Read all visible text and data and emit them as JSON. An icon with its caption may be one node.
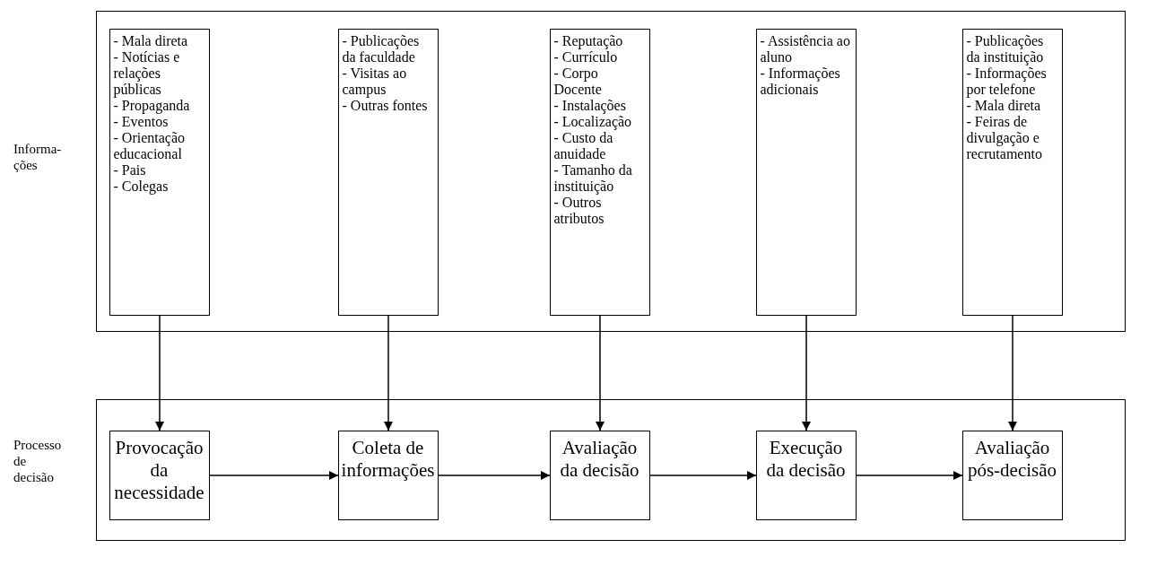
{
  "diagram": {
    "nodes": [
      {
        "text": [],
        "shape": "box",
        "beside": [
          "Informa- ções"
        ]
      },
      {
        "text": [
          "- Mala direta",
          "- Notícias e relações públicas",
          "- Propaganda",
          "- Eventos",
          "- Orientação educacional",
          "- Pais",
          "- Colegas"
        ],
        "in": 0
      },
      {
        "text": [
          "- Publicações da faculdade",
          "- Visitas ao campus",
          "- Outras fontes"
        ],
        "in": 0
      },
      {
        "text": [
          "- Reputação",
          "- Currículo",
          "- Corpo Docente",
          "- Instalações",
          "- Localização",
          "- Custo da anuidade",
          "- Tamanho da instituição",
          "- Outros atributos"
        ],
        "in": 0
      },
      {
        "text": [
          "- Assistência ao aluno",
          "- Informações adicionais"
        ],
        "in": 0
      },
      {
        "text": [
          "- Publicações da instituição",
          "- Informações por telefone",
          "- Mala direta",
          "- Feiras de divulgação e recrutamento"
        ],
        "in": 0
      },
      {
        "text": [],
        "shape": "box",
        "beside": [
          "Processo de decisão"
        ]
      },
      {
        "text": [
          "Provocação da necessidade"
        ],
        "in": 6
      },
      {
        "text": [
          "Coleta de informações"
        ],
        "in": 6
      },
      {
        "text": [
          "Avaliação da decisão"
        ],
        "in": 6
      },
      {
        "text": [
          "Execução da decisão"
        ],
        "in": 6
      },
      {
        "text": [
          "Avaliação pós-decisão"
        ],
        "in": 6
      }
    ],
    "edges": [
      {
        "from": 1,
        "to": 7,
        "arrow": "to"
      },
      {
        "from": 2,
        "to": 8,
        "arrow": "to"
      },
      {
        "from": 3,
        "to": 9,
        "arrow": "to"
      },
      {
        "from": 4,
        "to": 10,
        "arrow": "to"
      },
      {
        "from": 5,
        "to": 11,
        "arrow": "to"
      },
      {
        "from": 7,
        "to": 8,
        "arrow": "to"
      },
      {
        "from": 8,
        "to": 9,
        "arrow": "to"
      },
      {
        "from": 9,
        "to": 10,
        "arrow": "to"
      },
      {
        "from": 10,
        "to": 11,
        "arrow": "to"
      }
    ]
  }
}
